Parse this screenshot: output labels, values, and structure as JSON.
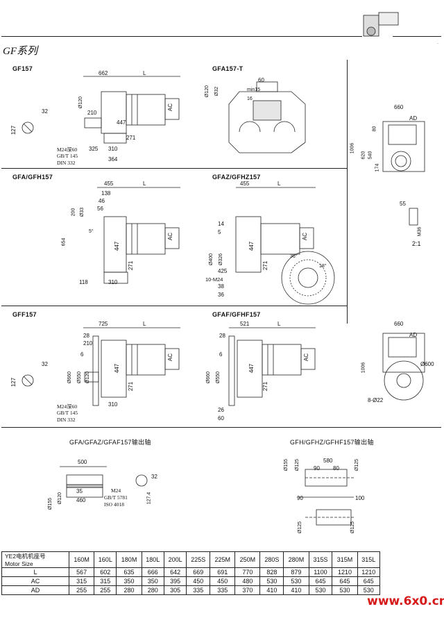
{
  "header": {
    "series_title": "GF系列"
  },
  "sections": {
    "gf": "GF157",
    "gfa_t": "GFA157-T",
    "gfa_gfh": "GFA/GFH157",
    "gfaz_gfhz": "GFAZ/GFHZ157",
    "gff": "GFF157",
    "gfaf_gfhf": "GFAF/GFHF157",
    "gfa_out": "GFA/GFAZ/GFAF157输出轴",
    "gfh_out": "GFH/GFHZ/GFHF157输出轴"
  },
  "dims": {
    "gf": {
      "d662": "662",
      "L": "L",
      "d210": "210",
      "d447": "447",
      "d271": "271",
      "d325": "325",
      "d310": "310",
      "d364": "364",
      "phi120": "Ø120",
      "AC": "AC",
      "d32": "32",
      "d127": "127",
      "std1": "M24深60",
      "std2": "GB/T 145",
      "std3": "DIN 332"
    },
    "gfat": {
      "d60": "60",
      "min15": "min15",
      "d16": "16",
      "phi120": "Ø120",
      "phi32": "Ø32"
    },
    "side": {
      "d660": "660",
      "AD": "AD",
      "d80": "80",
      "d1006": "1006",
      "d620": "620",
      "d540": "540",
      "d174": "174",
      "d55": "55",
      "M36": "M36",
      "ratio": "2:1"
    },
    "gfah": {
      "d455": "455",
      "L": "L",
      "d138": "138",
      "d46": "46",
      "d56": "56",
      "d200": "200",
      "phi33": "Ø33",
      "d654": "654",
      "d447": "447",
      "d271": "271",
      "d118": "118",
      "d310": "310",
      "AC": "AC",
      "angle": "5°"
    },
    "gfaz": {
      "d455": "455",
      "L": "L",
      "d14": "14",
      "d5": "5",
      "phi400": "Ø400",
      "phi326": "Ø326",
      "d425": "425",
      "m24": "10-M24",
      "d38": "38",
      "d36": "36",
      "d447": "447",
      "d271": "271",
      "AC": "AC",
      "a36": "36°",
      "a18": "18°"
    },
    "gff": {
      "d725": "725",
      "L": "L",
      "d28": "28",
      "d210": "210",
      "d6": "6",
      "phi660": "Ø660",
      "phi550": "Ø550",
      "phi120": "Ø120",
      "d447": "447",
      "d271": "271",
      "d310": "310",
      "d32": "32",
      "d127": "127",
      "AC": "AC",
      "std1": "M24深60",
      "std2": "GB/T 145",
      "std3": "DIN 332"
    },
    "gfaf": {
      "d521": "521",
      "L": "L",
      "d28": "28",
      "d6": "6",
      "phi660": "Ø660",
      "phi550": "Ø550",
      "d447": "447",
      "d271": "271",
      "d26": "26",
      "d60": "60",
      "AC": "AC"
    },
    "side2": {
      "d660": "660",
      "AD": "AD",
      "phi600": "Ø600",
      "d1006": "1006",
      "d8_22": "8-Ø22"
    },
    "gfaout": {
      "d500": "500",
      "d35": "35",
      "d460": "460",
      "phi155": "Ø155",
      "phi120": "Ø120",
      "m24": "M24",
      "gb": "GB/T 5781",
      "iso": "ISO 4018",
      "d32": "32",
      "d127": "127.4"
    },
    "gfhout": {
      "phi155": "Ø155",
      "phi125": "Ø125",
      "d580": "580",
      "d90": "90",
      "d100": "100",
      "d80": "80"
    }
  },
  "motor_table": {
    "header_label": "YE2电机机座号",
    "sub_label": "Motor Size",
    "sizes": [
      "160M",
      "160L",
      "180M",
      "180L",
      "200L",
      "225S",
      "225M",
      "250M",
      "280S",
      "280M",
      "315S",
      "315M",
      "315L"
    ],
    "rows": [
      {
        "label": "L",
        "values": [
          "567",
          "602",
          "635",
          "666",
          "642",
          "669",
          "691",
          "770",
          "828",
          "879",
          "1100",
          "1210",
          "1210"
        ]
      },
      {
        "label": "AC",
        "values": [
          "315",
          "315",
          "350",
          "350",
          "395",
          "450",
          "450",
          "480",
          "530",
          "530",
          "645",
          "645",
          "645"
        ]
      },
      {
        "label": "AD",
        "values": [
          "255",
          "255",
          "280",
          "280",
          "305",
          "335",
          "335",
          "370",
          "410",
          "410",
          "530",
          "530",
          "530"
        ]
      }
    ]
  },
  "watermark": "www.6x0.cn"
}
